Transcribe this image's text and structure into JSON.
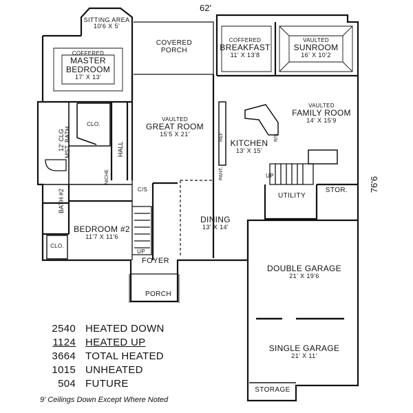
{
  "dimensions": {
    "width": "62'",
    "depth": "76'6"
  },
  "rooms": {
    "sitting_area": {
      "name": "SITTING AREA",
      "size": "10'6 X 5'"
    },
    "master_bedroom": {
      "note": "COFFERED",
      "name1": "MASTER",
      "name2": "BEDROOM",
      "size": "17' X 13'"
    },
    "covered_porch": {
      "name1": "COVERED",
      "name2": "PORCH"
    },
    "breakfast": {
      "note": "COFFERED",
      "name": "BREAKFAST",
      "size": "11' X 13'8"
    },
    "sunroom": {
      "note": "VAULTED",
      "name": "SUNROOM",
      "size": "16' X 10'2"
    },
    "great_room": {
      "note": "VAULTED",
      "name": "GREAT ROOM",
      "size": "15'5 X 21'"
    },
    "family_room": {
      "note": "VAULTED",
      "name": "FAMILY ROOM",
      "size": "14' X 15'9"
    },
    "kitchen": {
      "name": "KITCHEN",
      "size": "13' X 15'"
    },
    "dining": {
      "name": "DINING",
      "size": "13' X 14'"
    },
    "bedroom2": {
      "name": "BEDROOM #2",
      "size": "11'7 X 11'6"
    },
    "double_garage": {
      "name": "DOUBLE GARAGE",
      "size": "21' X 19'6"
    },
    "single_garage": {
      "name": "SINGLE GARAGE",
      "size": "21' X 11'"
    },
    "foyer": {
      "name": "FOYER"
    },
    "porch": {
      "name": "PORCH"
    },
    "utility": {
      "name": "UTILITY"
    },
    "storage_room": {
      "name": "STOR."
    },
    "storage": {
      "name": "STORAGE"
    }
  },
  "small_labels": {
    "clo1": "CLO.",
    "clo2": "CLO.",
    "hall": "HALL",
    "niche": "NICHE",
    "clg": "12' CLG",
    "mst_bath": "MST. BATH",
    "bath2": "BATH #2",
    "pantry": "PANT.",
    "cis": "C/S",
    "up1": "UP",
    "up2": "UP",
    "rs": "R/S",
    "ref": "REF"
  },
  "area_summary": [
    {
      "value": "2540",
      "label": "HEATED DOWN",
      "underlined": false
    },
    {
      "value": "1124",
      "label": "HEATED UP",
      "underlined": true
    },
    {
      "value": "3664",
      "label": "TOTAL HEATED",
      "underlined": false
    },
    {
      "value": "1015",
      "label": "UNHEATED",
      "underlined": false
    },
    {
      "value": "504",
      "label": "FUTURE",
      "underlined": false
    }
  ],
  "footnote": "9' Ceilings Down Except Where Noted"
}
